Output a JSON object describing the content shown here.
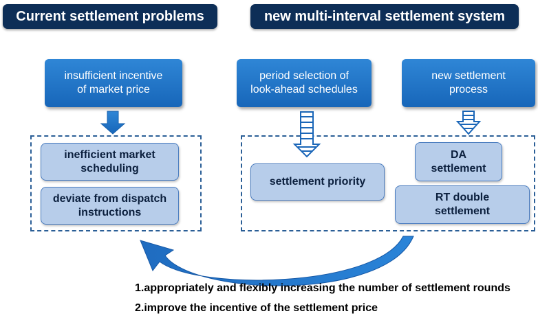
{
  "headers": {
    "left": "Current settlement  problems",
    "right": "new multi-interval settlement system"
  },
  "left": {
    "cause": "insufficient incentive\nof market price",
    "problems": [
      "inefficient market\nscheduling",
      "deviate from dispatch\ninstructions"
    ]
  },
  "right": {
    "causes": [
      "period selection of\nlook-ahead schedules",
      "new settlement\nprocess"
    ],
    "priority": "settlement priority",
    "settlements": [
      "DA\nsettlement",
      "RT double\nsettlement"
    ]
  },
  "notes": [
    "1.appropriately and flexibly increasing the number of settlement rounds",
    "2.improve the incentive of the settlement price"
  ],
  "colors": {
    "header_bg": "#0d2e57",
    "blue_box": "#1f73c6",
    "light_box": "#b7cdea",
    "frame": "#2a5e96"
  }
}
